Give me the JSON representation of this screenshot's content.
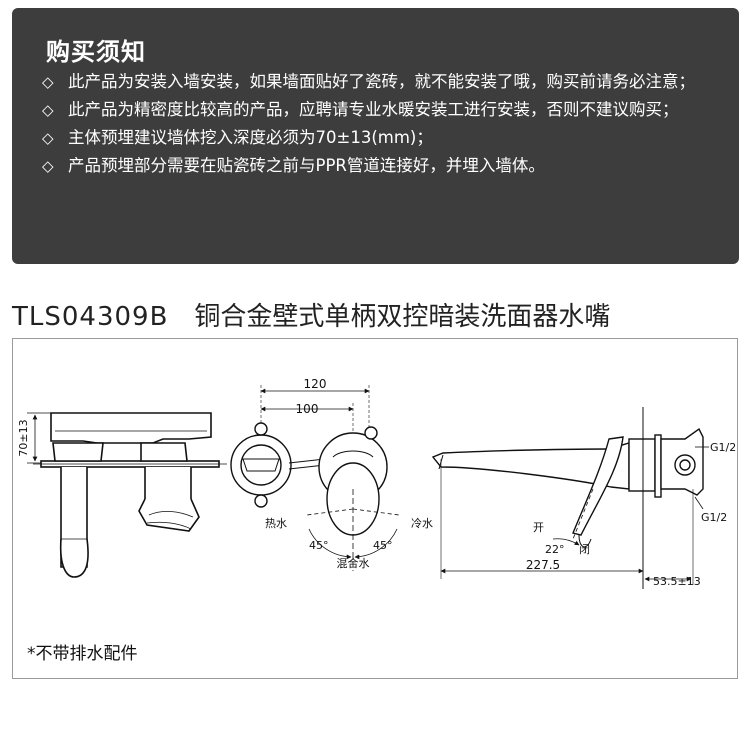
{
  "notice": {
    "title": "购买须知",
    "bullet_glyph": "◇",
    "items": [
      {
        "text": "此产品为安装入墙安装，如果墙面贴好了瓷砖，就不能安装了哦，购买前请务必注意；"
      },
      {
        "text": "此产品为精密度比较高的产品，应聘请专业水暖安装工进行安装，否则不建议购买；"
      },
      {
        "text": "主体预埋建议墙体挖入深度必须为70±13(mm)；"
      },
      {
        "text": "产品预埋部分需要在贴瓷砖之前与PPR管道连接好，并埋入墙体。"
      }
    ],
    "background_color": "#3d3d3d",
    "text_color": "#ffffff"
  },
  "product": {
    "code": "TLS04309B",
    "name": "铜合金壁式单柄双控暗装洗面器水嘴"
  },
  "drawing": {
    "left_view": {
      "dim_depth": "70±13"
    },
    "front_view": {
      "dim_outer": "120",
      "dim_inner": "100",
      "label_hot": "热水",
      "label_cold": "冷水",
      "label_mixed": "混合水",
      "angle_left": "45°",
      "angle_right": "45°"
    },
    "side_view": {
      "thread_top": "G1/2",
      "thread_bottom": "G1/2",
      "label_open": "开",
      "label_close": "闭",
      "angle": "22°",
      "dim_length": "227.5",
      "dim_wall": "53.5±13"
    },
    "note": "*不带排水配件"
  }
}
